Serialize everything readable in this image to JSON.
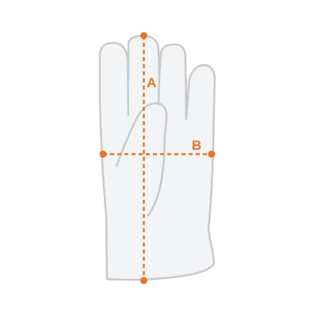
{
  "colors": {
    "glove_fill": "#f3f4f6",
    "glove_stroke": "#c9cacc",
    "accent": "#e8742a"
  },
  "diagram": {
    "subject": "glove-outline-icon",
    "dimensions": [
      {
        "id": "length",
        "label": "A",
        "orientation": "vertical"
      },
      {
        "id": "width",
        "label": "B",
        "orientation": "horizontal"
      }
    ]
  }
}
